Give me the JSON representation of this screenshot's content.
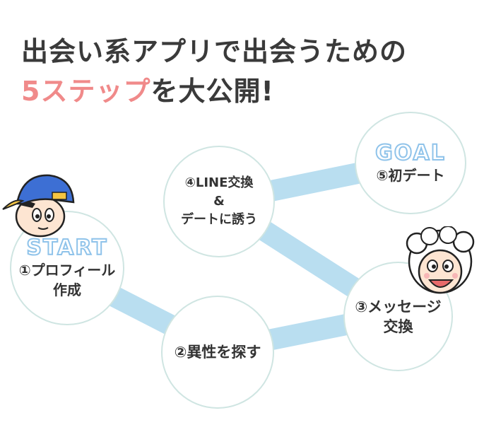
{
  "title": {
    "line1": "出会い系アプリで出会うための",
    "line2_accent": "5ステップ",
    "line2_rest": "を大公開!"
  },
  "steps": [
    {
      "id": "step1",
      "label": "①プロフィール\n作成",
      "badge": "START"
    },
    {
      "id": "step2",
      "label": "②異性を探す"
    },
    {
      "id": "step3",
      "label": "③メッセージ\n交換"
    },
    {
      "id": "step4",
      "label": "④LINE交換\n&\nデートに誘う"
    },
    {
      "id": "step5",
      "label": "⑤初デート",
      "badge": "GOAL"
    }
  ],
  "colors": {
    "connector": "#b9def0",
    "accent": "#f08a8a",
    "badge_outline": "#8fc3ea",
    "circle_border": "#cfe5e2"
  },
  "icons": [
    "boy-with-cap-icon",
    "sheep-face-icon"
  ]
}
